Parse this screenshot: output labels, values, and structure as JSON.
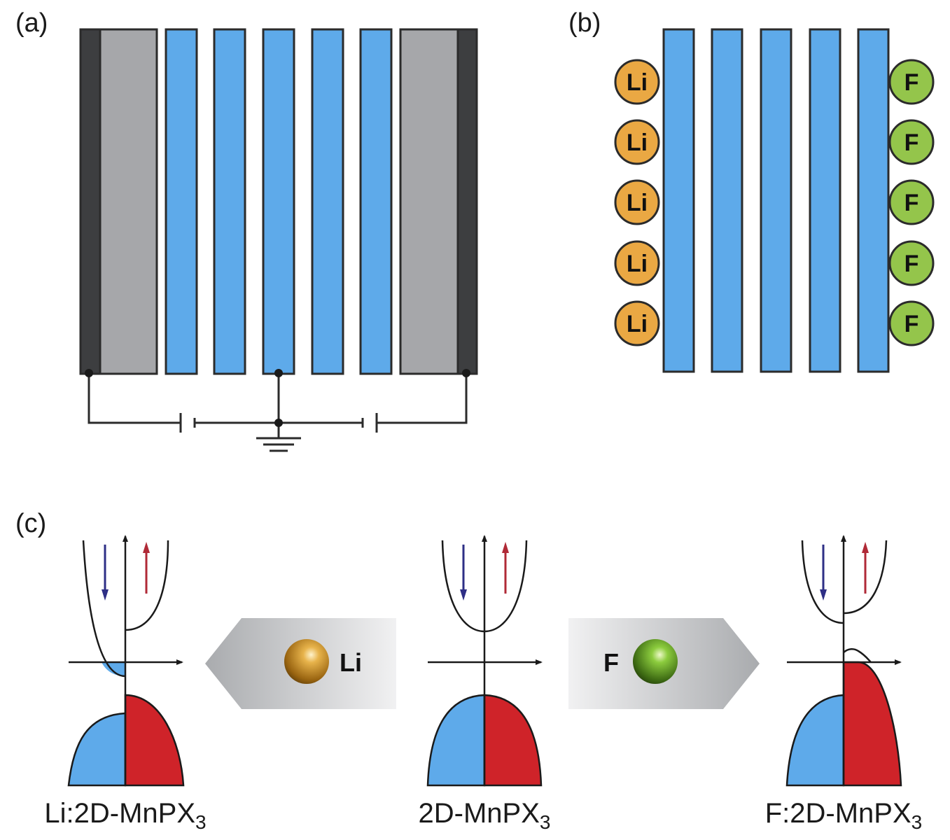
{
  "panels": {
    "a": {
      "label": "(a)"
    },
    "b": {
      "label": "(b)",
      "left_atoms": [
        "Li",
        "Li",
        "Li",
        "Li",
        "Li"
      ],
      "right_atoms": [
        "F",
        "F",
        "F",
        "F",
        "F"
      ]
    },
    "c": {
      "label": "(c)"
    }
  },
  "transform_arrows": {
    "left": {
      "label": "Li"
    },
    "right": {
      "label": "F"
    }
  },
  "captions": {
    "left": {
      "base": "Li:2D-MnPX",
      "sub": "3"
    },
    "center": {
      "base": "2D-MnPX",
      "sub": "3"
    },
    "right": {
      "base": "F:2D-MnPX",
      "sub": "3"
    }
  },
  "colors": {
    "layer_blue": "#5eaaea",
    "electrode_gray": "#a6a7aa",
    "electrode_dark": "#3d3e40",
    "li_orange": "#eaa843",
    "f_green": "#94c54b",
    "spin_down_blue": "#5eaaea",
    "spin_up_red": "#cf2329",
    "arrow_down_navy": "#2e2f86",
    "arrow_up_red": "#b02a37"
  }
}
